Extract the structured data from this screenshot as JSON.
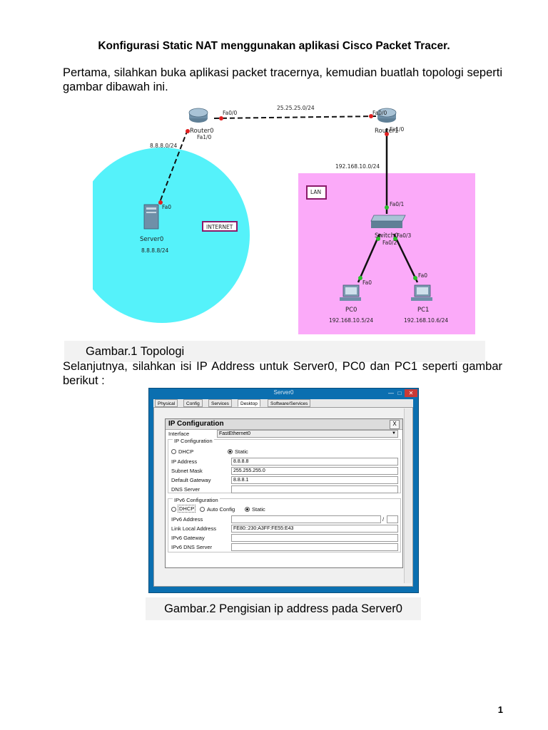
{
  "doc": {
    "title": "Konfigurasi Static NAT menggunakan aplikasi Cisco Packet Tracer.",
    "para1": "Pertama, silahkan buka aplikasi packet tracernya, kemudian buatlah topologi seperti gambar dibawah ini.",
    "caption1": "Gambar.1 Topologi",
    "para2": "Selanjutnya, silahkan isi IP Address untuk Server0, PC0 dan PC1 seperti gambar berikut :",
    "caption2": "Gambar.2 Pengisian ip address pada Server0",
    "page_number": "1"
  },
  "topology": {
    "colors": {
      "internet_zone": "#55f2fa",
      "lan_zone": "#fbaaf9",
      "zone_box_border": "#8b1a6a",
      "link": "#111111",
      "port_dot": "#e02020",
      "port_dot_up": "#2ac02a"
    },
    "router0": {
      "label": "Router0",
      "port_fa00": "Fa0/0",
      "port_fa10": "Fa1/0"
    },
    "router1": {
      "label": "Router1",
      "port_fa00": "Fa0/0",
      "port_fa10": "Fa1/0"
    },
    "wan_net": "25.25.25.0/24",
    "internet_net": "8.8.8.0/24",
    "lan_net": "192.168.10.0/24",
    "server": {
      "label": "Server0",
      "port": "Fa0",
      "ip": "8.8.8.8/24"
    },
    "internet_box": "INTERNET",
    "lan_box": "LAN",
    "switch": {
      "label": "Switch0",
      "port_up": "Fa0/1",
      "port_pc0": "Fa0/2",
      "port_pc1": "Fa0/3"
    },
    "pc0": {
      "label": "PC0",
      "port": "Fa0",
      "ip": "192.168.10.5/24"
    },
    "pc1": {
      "label": "PC1",
      "port": "Fa0",
      "ip": "192.168.10.6/24"
    }
  },
  "dialog": {
    "window_title": "Server0",
    "window_buttons": {
      "minimize": "—",
      "maximize": "□",
      "close": "✕"
    },
    "tabs": [
      "Physical",
      "Config",
      "Services",
      "Desktop",
      "Software/Services"
    ],
    "active_tab": "Desktop",
    "panel_title": "IP Configuration",
    "close_glyph": "X",
    "interface_label": "Interface",
    "interface_value": "FastEthernet0",
    "ipv4_group": "IP Configuration",
    "dhcp_label": "DHCP",
    "static_label": "Static",
    "ip_label": "IP Address",
    "ip_value": "8.8.8.8",
    "mask_label": "Subnet Mask",
    "mask_value": "255.255.255.0",
    "gateway_label": "Default Gateway",
    "gateway_value": "8.8.8.1",
    "dns_label": "DNS Server",
    "dns_value": "",
    "ipv6_group": "IPv6 Configuration",
    "ipv6_dhcp": "DHCP",
    "ipv6_auto": "Auto Config",
    "ipv6_static": "Static",
    "ipv6_addr_label": "IPv6 Address",
    "ipv6_addr_value": "",
    "ipv6_prefix_sep": "/",
    "link_local_label": "Link Local Address",
    "link_local_value": "FE80::230:A3FF:FE55:E43",
    "ipv6_gw_label": "IPv6 Gateway",
    "ipv6_dns_label": "IPv6 DNS Server"
  }
}
